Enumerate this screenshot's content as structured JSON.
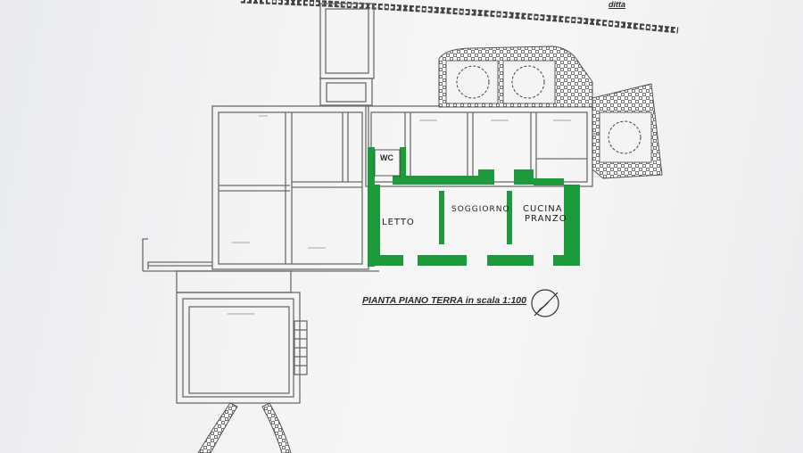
{
  "header": {
    "label": "ditta"
  },
  "rooms": {
    "wc": "WC",
    "letto": "LETTO",
    "soggiorno": "SOGGIORNO",
    "cucina": "CUCINA",
    "pranzo": "PRANZO"
  },
  "plan": {
    "title": "PIANTA PIANO TERRA in scala 1:100"
  },
  "colors": {
    "wall": "#6b6b6b",
    "highlight": "#1c9a3c",
    "paper": "#f2f2f3"
  },
  "icons": {
    "north": "north-arrow-icon"
  }
}
